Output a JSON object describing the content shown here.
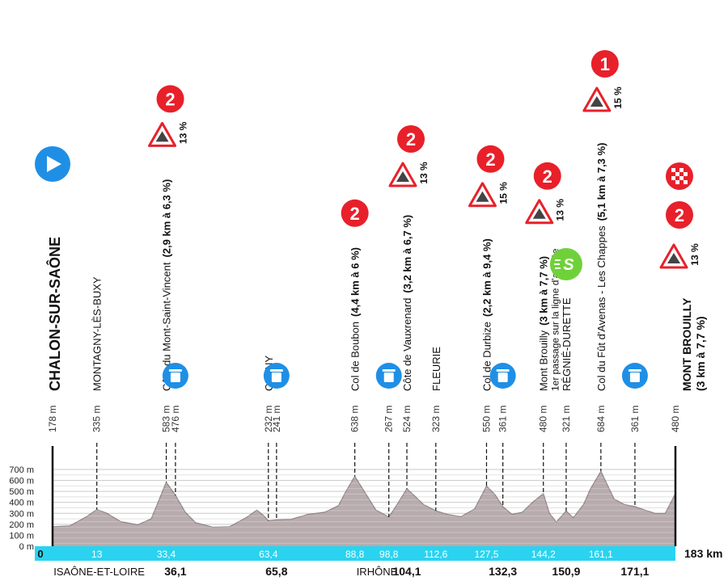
{
  "chart_data": {
    "type": "area",
    "title": "",
    "xlabel": "",
    "ylabel": "",
    "xlim": [
      0,
      183
    ],
    "ylim": [
      0,
      700
    ],
    "grid": true,
    "y_ticks": [
      "0 m",
      "100 m",
      "200 m",
      "300 m",
      "400 m",
      "500 m",
      "600 m",
      "700 m"
    ],
    "x_ticks": [
      0,
      183
    ],
    "x_tick_labels": {
      "start": "0",
      "end": "183 km"
    },
    "colors": {
      "profile": "#b4a8aa",
      "profile_stroke": "#8f8487",
      "gradient_bar": "#2ad3f0",
      "kom": "#e8202a",
      "sprint": "#6fd13a",
      "start": "#1f8fe6",
      "waste": "#1f8fe6"
    },
    "profile": {
      "x": [
        0,
        5,
        10,
        13,
        16,
        20,
        25,
        29,
        33.4,
        36,
        39,
        42,
        47,
        52,
        57,
        60,
        62,
        63.4,
        65.8,
        70,
        75,
        80,
        84,
        86,
        88.8,
        92,
        95,
        98.8,
        101,
        104.1,
        106,
        109,
        112.6,
        116,
        120,
        124,
        127.5,
        130,
        132.3,
        135,
        138,
        141,
        144.2,
        146,
        148,
        150.9,
        153,
        156,
        158,
        161.1,
        163,
        165,
        168,
        171.1,
        174,
        177,
        180,
        183
      ],
      "y": [
        178,
        185,
        270,
        335,
        300,
        225,
        195,
        250,
        583,
        470,
        310,
        215,
        175,
        178,
        262,
        330,
        280,
        232,
        241,
        245,
        290,
        310,
        370,
        490,
        638,
        480,
        330,
        267,
        370,
        524,
        470,
        380,
        323,
        290,
        270,
        340,
        550,
        470,
        361,
        290,
        310,
        400,
        480,
        300,
        220,
        321,
        260,
        380,
        520,
        684,
        560,
        430,
        380,
        361,
        330,
        300,
        300,
        480
      ]
    },
    "markers": [
      {
        "km": 0,
        "alt": "178 m",
        "label": "CHALON-SUR-SAÔNE",
        "bold": true,
        "type": "start"
      },
      {
        "km": 13,
        "alt": "335 m",
        "label": "MONTAGNY-LÈS-BUXY",
        "type": "town"
      },
      {
        "km": 33.4,
        "alt": "583 m",
        "label": "Côte du Mont-Saint-Vincent",
        "detail": "(2,9 km à 6,3 %)",
        "type": "kom",
        "category": "2",
        "max_grade": "13 %"
      },
      {
        "km": 36.1,
        "alt": "476 m",
        "type": "waste"
      },
      {
        "km": 63.4,
        "alt": "232 m",
        "label": "CLUNY",
        "type": "town"
      },
      {
        "km": 65.8,
        "alt": "241 m",
        "type": "waste"
      },
      {
        "km": 88.8,
        "alt": "638 m",
        "label": "Col de Boubon",
        "detail": "(4,4 km à 6 %)",
        "type": "kom",
        "category": "2"
      },
      {
        "km": 98.8,
        "alt": "267 m",
        "type": "waste"
      },
      {
        "km": 104.1,
        "alt": "524 m",
        "label": "Côte de Vauxrenard",
        "detail": "(3,2 km à 6,7 %)",
        "type": "kom",
        "category": "2",
        "max_grade": "13 %"
      },
      {
        "km": 112.6,
        "alt": "323 m",
        "label": "FLEURIE",
        "type": "town"
      },
      {
        "km": 127.5,
        "alt": "550 m",
        "label": "Col de Durbize",
        "detail": "(2,2 km à 9,4 %)",
        "type": "kom",
        "category": "2",
        "max_grade": "15 %"
      },
      {
        "km": 132.3,
        "alt": "361 m",
        "type": "waste"
      },
      {
        "km": 144.2,
        "alt": "480 m",
        "label": "Mont Brouilly",
        "detail": "(3 km à 7,7 %)",
        "sublabel": "1er passage sur la ligne d'arrivée",
        "type": "kom",
        "category": "2",
        "max_grade": "13 %"
      },
      {
        "km": 150.9,
        "alt": "321 m",
        "label": "RÉGNIÉ-DURETTE",
        "type": "sprint",
        "sprint_label": "S"
      },
      {
        "km": 161.1,
        "alt": "684 m",
        "label": "Col du Fût d'Avenas - Les Chappes",
        "detail": "(5,1 km à 7,3 %)",
        "type": "kom",
        "category": "1",
        "max_grade": "15 %"
      },
      {
        "km": 171.1,
        "alt": "361 m",
        "type": "waste"
      },
      {
        "km": 183,
        "alt": "480 m",
        "label": "MONT BROUILLY",
        "detail": "(3 km à 7,7 %)",
        "bold": true,
        "type": "finish",
        "category": "2",
        "max_grade": "13 %"
      }
    ],
    "bar_labels": [
      {
        "km": 13,
        "text": "13"
      },
      {
        "km": 33.4,
        "text": "33,4"
      },
      {
        "km": 63.4,
        "text": "63,4"
      },
      {
        "km": 88.8,
        "text": "88,8"
      },
      {
        "km": 98.8,
        "text": "98,8"
      },
      {
        "km": 112.6,
        "text": "112,6"
      },
      {
        "km": 127.5,
        "text": "127,5"
      },
      {
        "km": 144.2,
        "text": "144,2"
      },
      {
        "km": 161.1,
        "text": "161,1"
      }
    ],
    "bottom_labels": [
      {
        "km": 36.1,
        "text": "36,1"
      },
      {
        "km": 65.8,
        "text": "65,8"
      },
      {
        "km": 104.1,
        "text": "104,1"
      },
      {
        "km": 132.3,
        "text": "132,3"
      },
      {
        "km": 150.9,
        "text": "150,9"
      },
      {
        "km": 171.1,
        "text": "171,1"
      }
    ],
    "regions": [
      {
        "text": "ISAÔNE-ET-LOIRE",
        "km": 1
      },
      {
        "text": "IRHÔNE",
        "km": 90
      }
    ]
  }
}
